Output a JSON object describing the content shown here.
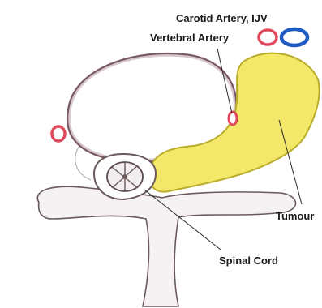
{
  "labels": {
    "carotid": "Carotid Artery, IJV",
    "vertebral": "Vertebral Artery",
    "tumour": "Tumour",
    "spinal_cord": "Spinal Cord"
  },
  "colors": {
    "tumour_fill": "#f3e86a",
    "tumour_outline": "#b9ad2a",
    "artery_red": "#e04a5a",
    "ijv_blue": "#1f5bc4",
    "outline": "#5a4a4a",
    "bone_fill": "#f6f2f4"
  }
}
